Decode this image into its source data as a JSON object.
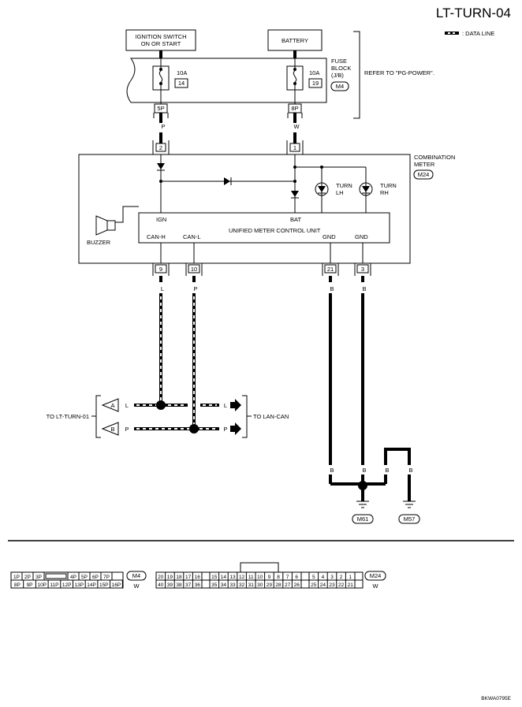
{
  "diagram_id": "LT-TURN-04",
  "legend": {
    "data_line": ": DATA LINE"
  },
  "sources": {
    "ignition": [
      "IGNITION SWITCH",
      "ON OR START"
    ],
    "battery": "BATTERY"
  },
  "fuse_block": {
    "label": [
      "FUSE",
      "BLOCK",
      "(J/B)"
    ],
    "connector": "M4",
    "refer": "REFER TO \"PG-POWER\".",
    "fuse1": {
      "amp": "10A",
      "num": "14",
      "pin": "5P",
      "wire": "P"
    },
    "fuse2": {
      "amp": "10A",
      "num": "19",
      "pin": "8P",
      "wire": "W"
    }
  },
  "meter": {
    "label": [
      "COMBINATION",
      "METER"
    ],
    "connector": "M24",
    "pin_ign": "2",
    "pin_bat": "1",
    "turn_lh": [
      "TURN",
      "LH"
    ],
    "turn_rh": [
      "TURN",
      "RH"
    ],
    "unit": "UNIFIED METER CONTROL UNIT",
    "ign": "IGN",
    "bat": "BAT",
    "can_h": "CAN-H",
    "can_l": "CAN-L",
    "gnd1": "GND",
    "gnd2": "GND",
    "buzzer": "BUZZER",
    "pins_bottom": [
      "9",
      "10",
      "21",
      "3"
    ],
    "wires_bottom": [
      "L",
      "P",
      "B",
      "B"
    ]
  },
  "can": {
    "left_label": "TO LT-TURN-01",
    "right_label": "TO LAN-CAN",
    "a": "A",
    "b": "B",
    "l_left": "L",
    "p_left": "P",
    "l_right": "L",
    "p_right": "P"
  },
  "ground": {
    "wires": [
      "B",
      "B",
      "B",
      "B"
    ],
    "g1": "M61",
    "g2": "M57"
  },
  "connector_m4": {
    "id": "M4",
    "color": "W",
    "row1": [
      "1P",
      "2P",
      "3P",
      "",
      "4P",
      "5P",
      "6P",
      "7P"
    ],
    "row2": [
      "8P",
      "9P",
      "10P",
      "11P",
      "12P",
      "13P",
      "14P",
      "15P",
      "16P"
    ]
  },
  "connector_m24": {
    "id": "M24",
    "color": "W",
    "row1": [
      "20",
      "19",
      "18",
      "17",
      "16",
      "",
      "15",
      "14",
      "13",
      "12",
      "11",
      "10",
      "9",
      "8",
      "7",
      "6",
      "",
      "5",
      "4",
      "3",
      "2",
      "1"
    ],
    "row2": [
      "40",
      "39",
      "38",
      "37",
      "36",
      "",
      "35",
      "34",
      "33",
      "32",
      "31",
      "30",
      "29",
      "28",
      "27",
      "26",
      "",
      "25",
      "24",
      "23",
      "22",
      "21"
    ]
  },
  "footer_code": "BKWA0795E"
}
